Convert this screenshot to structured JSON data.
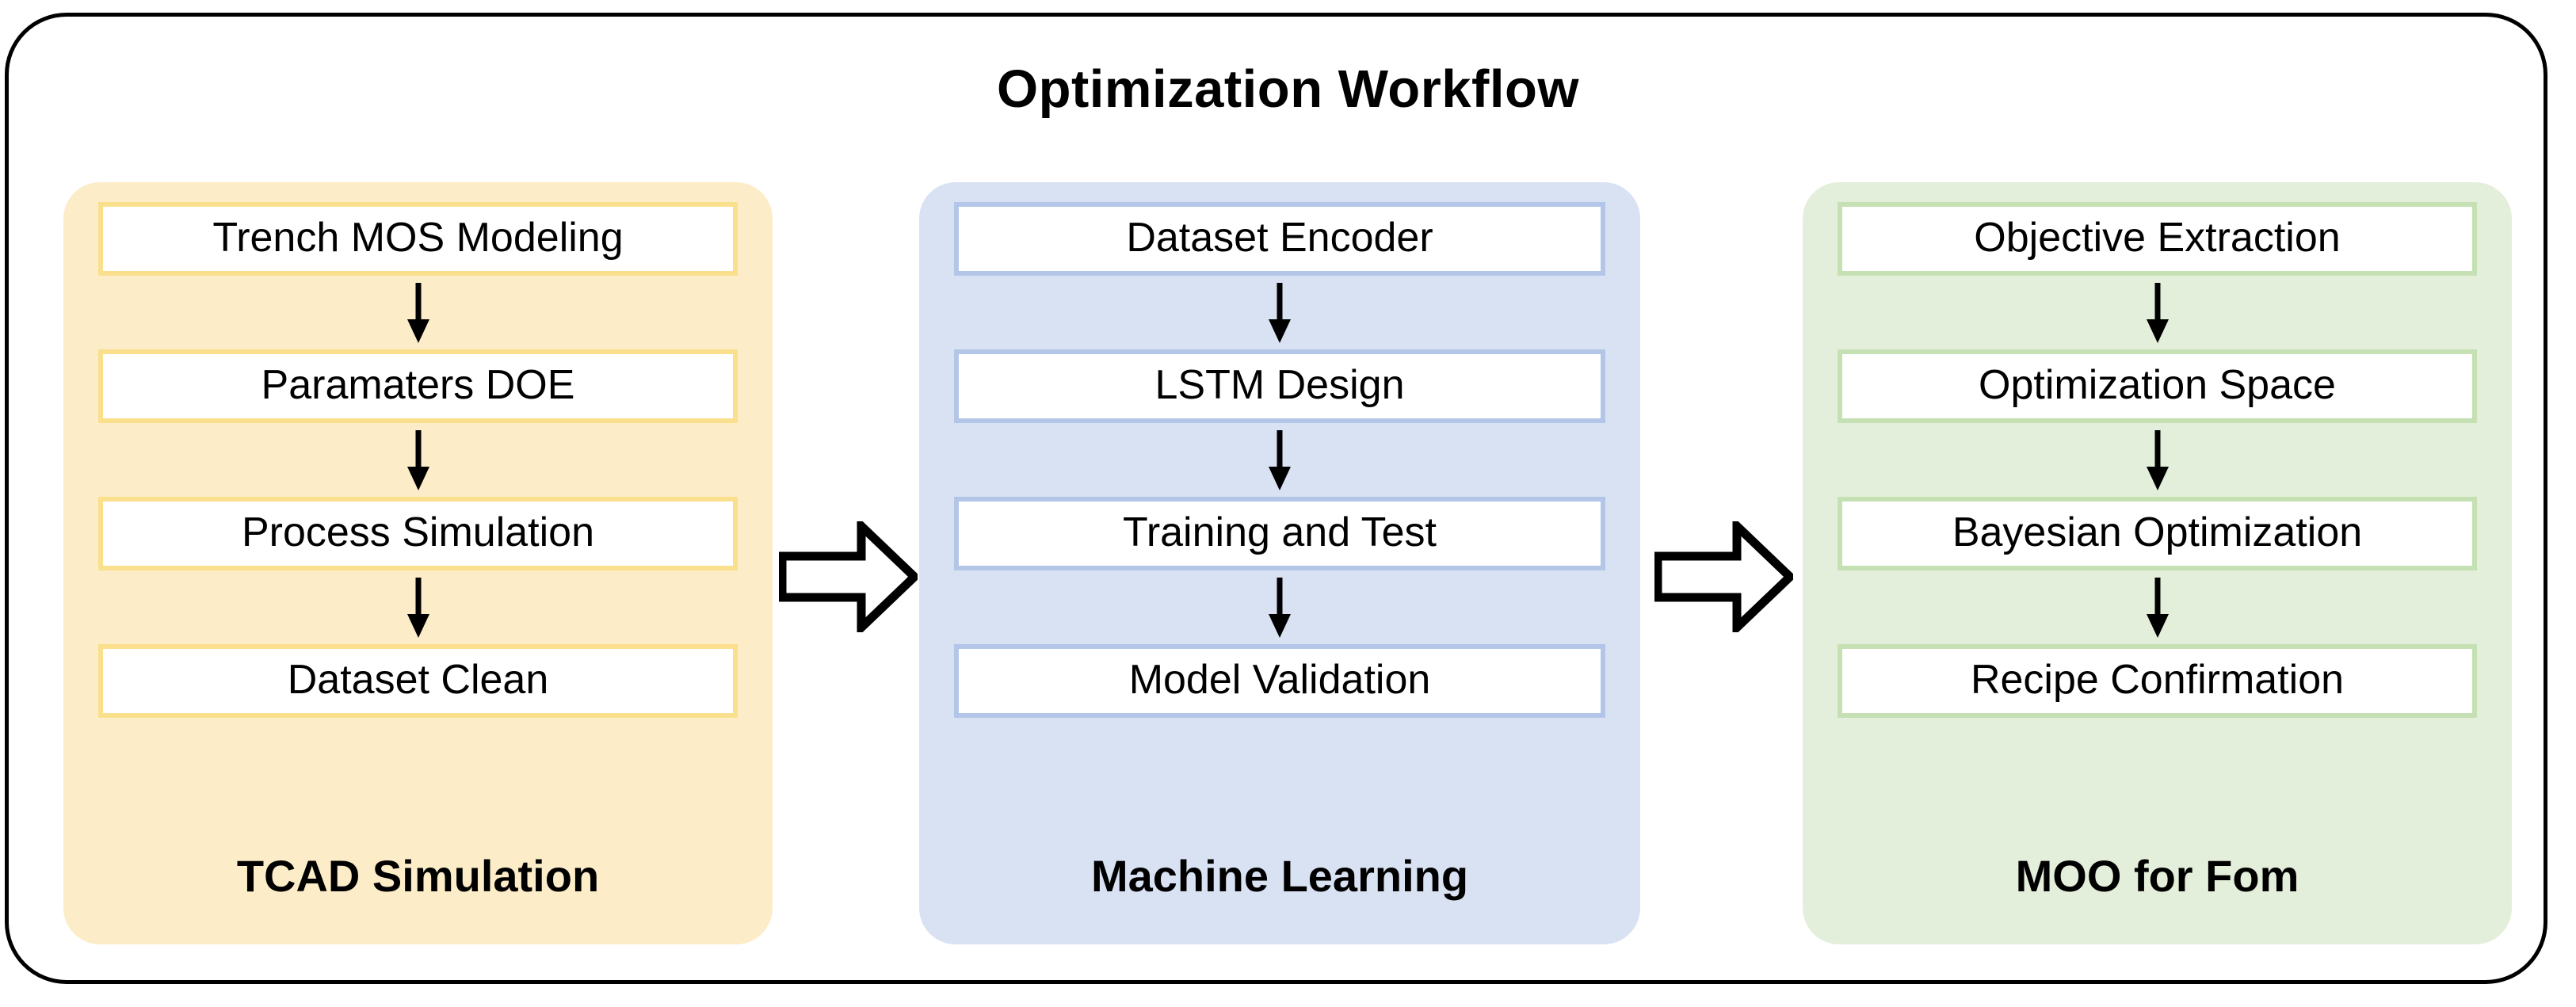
{
  "diagram": {
    "title": "Optimization Workflow",
    "colors": {
      "frame_border": "#000000",
      "stage_yellow_fill": "#FCEDC8",
      "stage_yellow_box_border": "#FAE08D",
      "stage_blue_fill": "#D9E2F3",
      "stage_blue_box_border": "#B4C6E8",
      "stage_green_fill": "#E4EFDB",
      "stage_green_box_border": "#C5E0B3",
      "box_fill": "#FFFFFF",
      "text": "#000000"
    }
  },
  "stages": [
    {
      "caption": "TCAD Simulation",
      "steps": [
        {
          "label": "Trench MOS Modeling"
        },
        {
          "label": "Paramaters DOE"
        },
        {
          "label": "Process Simulation"
        },
        {
          "label": "Dataset Clean"
        }
      ]
    },
    {
      "caption": "Machine Learning",
      "steps": [
        {
          "label": "Dataset Encoder"
        },
        {
          "label": "LSTM Design"
        },
        {
          "label": "Training and Test"
        },
        {
          "label": "Model Validation"
        }
      ]
    },
    {
      "caption": "MOO for Fom",
      "steps": [
        {
          "label": "Objective Extraction"
        },
        {
          "label": "Optimization Space"
        },
        {
          "label": "Bayesian Optimization"
        },
        {
          "label": "Recipe Confirmation"
        }
      ]
    }
  ],
  "stage_transitions": [
    {
      "from": "TCAD Simulation",
      "to": "Machine Learning",
      "icon": "block-arrow-right-icon"
    },
    {
      "from": "Machine Learning",
      "to": "MOO for Fom",
      "icon": "block-arrow-right-icon"
    }
  ]
}
